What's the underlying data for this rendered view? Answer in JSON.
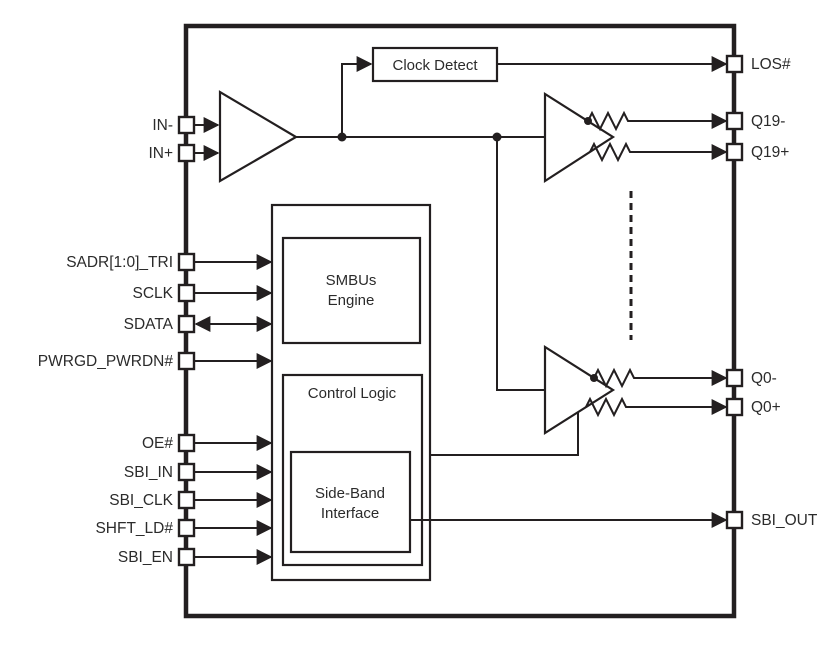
{
  "diagram": {
    "colors": {
      "line": "#231f20",
      "text": "#2b2b2b",
      "background": "#ffffff"
    },
    "blocks": {
      "clock_detect": "Clock Detect",
      "smbus_engine": {
        "line1": "SMBUs",
        "line2": "Engine"
      },
      "control_logic": "Control Logic",
      "side_band_interface": {
        "line1": "Side-Band",
        "line2": "Interface"
      }
    },
    "pins_left": [
      {
        "label": "IN-",
        "direction": "in"
      },
      {
        "label": "IN+",
        "direction": "in"
      },
      {
        "label": "SADR[1:0]_TRI",
        "direction": "in"
      },
      {
        "label": "SCLK",
        "direction": "in"
      },
      {
        "label": "SDATA",
        "direction": "bidirectional"
      },
      {
        "label": "PWRGD_PWRDN#",
        "direction": "in"
      },
      {
        "label": "OE#",
        "direction": "in"
      },
      {
        "label": "SBI_IN",
        "direction": "in"
      },
      {
        "label": "SBI_CLK",
        "direction": "in"
      },
      {
        "label": "SHFT_LD#",
        "direction": "in"
      },
      {
        "label": "SBI_EN",
        "direction": "in"
      }
    ],
    "pins_right": [
      {
        "label": "LOS#",
        "direction": "out"
      },
      {
        "label": "Q19-",
        "direction": "out"
      },
      {
        "label": "Q19+",
        "direction": "out"
      },
      {
        "label": "Q0-",
        "direction": "out"
      },
      {
        "label": "Q0+",
        "direction": "out"
      },
      {
        "label": "SBI_OUT",
        "direction": "out"
      }
    ]
  }
}
